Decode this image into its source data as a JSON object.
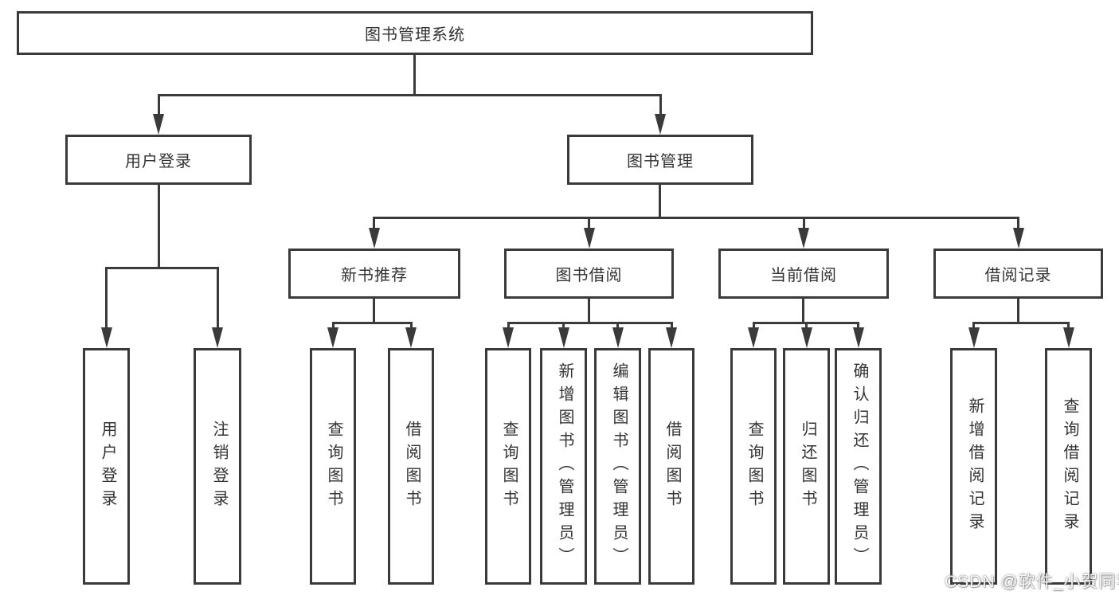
{
  "tree": {
    "root": {
      "label": "图书管理系统"
    },
    "branches": [
      {
        "label": "用户登录",
        "children": [
          {
            "label": "用户登录"
          },
          {
            "label": "注销登录"
          }
        ]
      },
      {
        "label": "图书管理",
        "children": [
          {
            "label": "新书推荐",
            "children": [
              {
                "label": "查询图书"
              },
              {
                "label": "借阅图书"
              }
            ]
          },
          {
            "label": "图书借阅",
            "children": [
              {
                "label": "查询图书"
              },
              {
                "label": "新增图书（管理员）"
              },
              {
                "label": "编辑图书（管理员）"
              },
              {
                "label": "借阅图书"
              }
            ]
          },
          {
            "label": "当前借阅",
            "children": [
              {
                "label": "查询图书"
              },
              {
                "label": "归还图书"
              },
              {
                "label": "确认归还（管理员）"
              }
            ]
          },
          {
            "label": "借阅记录",
            "children": [
              {
                "label": "新增借阅记录"
              },
              {
                "label": "查询借阅记录"
              }
            ]
          }
        ]
      }
    ]
  },
  "watermark": {
    "text": "CSDN @软件_小贺同学"
  },
  "colors": {
    "line": "#3a3a3a",
    "text": "#333333",
    "background": "#ffffff"
  }
}
